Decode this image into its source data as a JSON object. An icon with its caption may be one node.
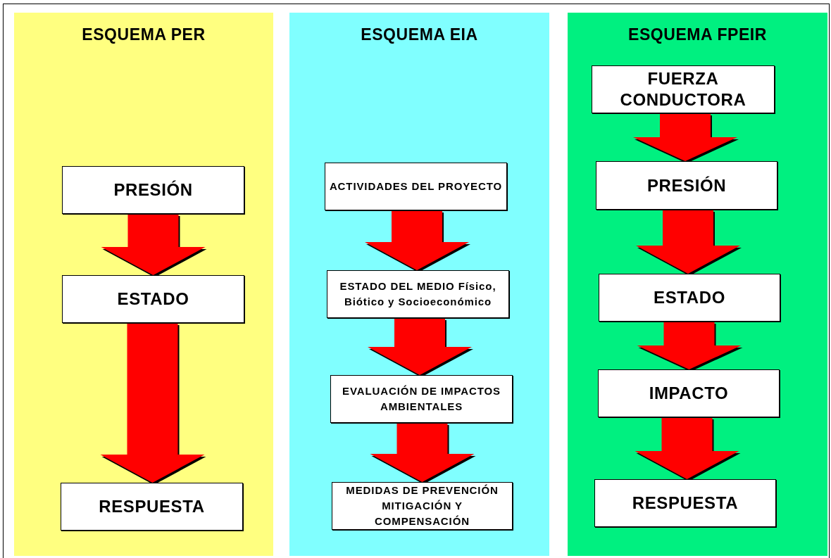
{
  "diagram": {
    "nodes": [
      {
        "text": [
          "ESQUEMA PER"
        ]
      },
      {
        "text": [
          "PRESIÓN"
        ],
        "in": 0
      },
      {
        "text": [
          "ESTADO"
        ],
        "in": 0
      },
      {
        "text": [
          "RESPUESTA"
        ],
        "in": 0
      },
      {
        "text": [
          "ESQUEMA EIA"
        ]
      },
      {
        "text": [
          "ACTIVIDADES DEL PROYECTO"
        ],
        "in": 4
      },
      {
        "text": [
          "ESTADO DEL MEDIO Físico, Biótico y Socioeconómico"
        ],
        "in": 4
      },
      {
        "text": [
          "EVALUACIÓN DE IMPACTOS AMBIENTALES"
        ],
        "in": 4
      },
      {
        "text": [
          "MEDIDAS DE PREVENCIÓN MITIGACIÓN Y COMPENSACIÓN"
        ],
        "in": 4
      },
      {
        "text": [
          "ESQUEMA FPEIR"
        ]
      },
      {
        "text": [
          "FUERZA CONDUCTORA"
        ],
        "in": 9
      },
      {
        "text": [
          "PRESIÓN"
        ],
        "in": 9
      },
      {
        "text": [
          "ESTADO"
        ],
        "in": 9
      },
      {
        "text": [
          "IMPACTO"
        ],
        "in": 9
      },
      {
        "text": [
          "RESPUESTA"
        ],
        "in": 9
      }
    ],
    "edges": [
      {
        "from": 1,
        "to": 2,
        "arrow": "to"
      },
      {
        "from": 2,
        "to": 3,
        "arrow": "to"
      },
      {
        "from": 5,
        "to": 6,
        "arrow": "to"
      },
      {
        "from": 6,
        "to": 7,
        "arrow": "to"
      },
      {
        "from": 7,
        "to": 8,
        "arrow": "to"
      },
      {
        "from": 10,
        "to": 11,
        "arrow": "to"
      },
      {
        "from": 11,
        "to": 12,
        "arrow": "to"
      },
      {
        "from": 12,
        "to": 13,
        "arrow": "to"
      },
      {
        "from": 13,
        "to": 14,
        "arrow": "to"
      }
    ]
  }
}
